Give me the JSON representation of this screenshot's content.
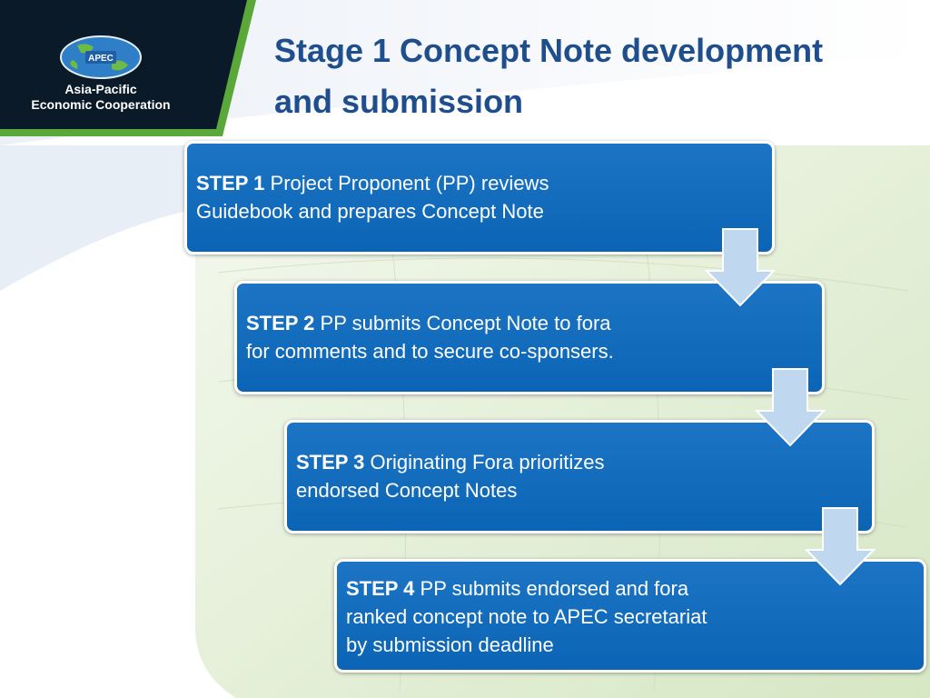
{
  "logo": {
    "emblem_text": "APEC",
    "line1": "Asia-Pacific",
    "line2": "Economic Cooperation"
  },
  "title": {
    "line1": "Stage 1 Concept Note development",
    "line2": "and submission"
  },
  "steps": [
    {
      "label": "STEP 1",
      "line1": " Project Proponent (PP) reviews",
      "line2": "Guidebook and prepares Concept Note",
      "line3": ""
    },
    {
      "label": "STEP 2",
      "line1": " PP submits Concept Note to fora",
      "line2": "for comments and to secure co-sponsers.",
      "line3": ""
    },
    {
      "label": "STEP 3",
      "line1": " Originating Fora prioritizes",
      "line2": "endorsed Concept Notes",
      "line3": ""
    },
    {
      "label": "STEP 4",
      "line1": " PP submits endorsed and fora",
      "line2": "ranked concept note to APEC secretariat",
      "line3": "by submission deadline"
    }
  ],
  "colors": {
    "step_fill": "#0b64b5",
    "title": "#1f4e8c",
    "arrow": "#bfd8f0",
    "header_dark": "#0b1a28",
    "header_green": "#5aa83a"
  }
}
